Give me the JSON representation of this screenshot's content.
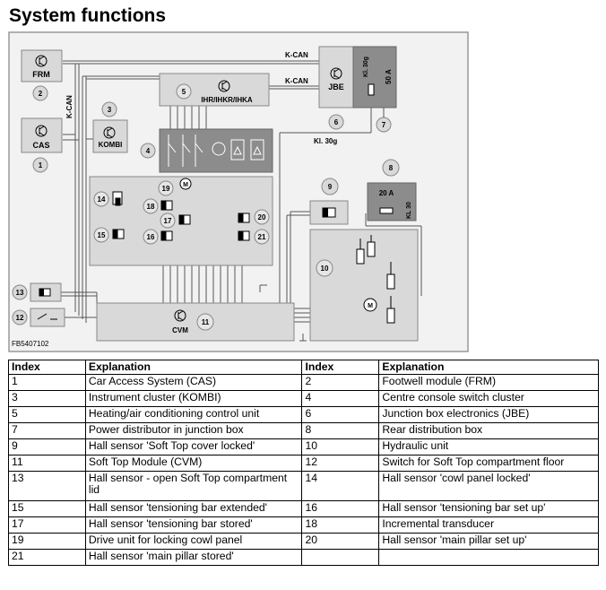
{
  "title": "System functions",
  "figure_code": "FB5407102",
  "diagram": {
    "bus_labels": {
      "k_can_top": "K-CAN",
      "k_can_mid": "K-CAN",
      "k_can_vertical": "K-CAN",
      "kl30g_jbe": "Kl. 30g",
      "kl30g_relay": "Kl. 30g",
      "fuse_50a": "50 A",
      "fuse_20a": "20 A",
      "kl30": "KL 30"
    },
    "components": {
      "frm": "FRM",
      "cas": "CAS",
      "kombi": "KOMBI",
      "ihr": "IHR/IHKR/IHKA",
      "jbe": "JBE",
      "cvm": "CVM",
      "motor": "M"
    },
    "callouts": [
      "1",
      "2",
      "3",
      "4",
      "5",
      "6",
      "7",
      "8",
      "9",
      "10",
      "11",
      "12",
      "13",
      "14",
      "15",
      "16",
      "17",
      "18",
      "19",
      "20",
      "21"
    ]
  },
  "legend": {
    "headers": [
      "Index",
      "Explanation",
      "Index",
      "Explanation"
    ],
    "rows": [
      {
        "i1": "1",
        "e1": "Car Access System (CAS)",
        "i2": "2",
        "e2": "Footwell module (FRM)"
      },
      {
        "i1": "3",
        "e1": "Instrument cluster (KOMBI)",
        "i2": "4",
        "e2": "Centre console switch cluster"
      },
      {
        "i1": "5",
        "e1": "Heating/air conditioning control unit",
        "i2": "6",
        "e2": "Junction box electronics (JBE)"
      },
      {
        "i1": "7",
        "e1": "Power distributor in junction box",
        "i2": "8",
        "e2": "Rear distribution box"
      },
      {
        "i1": "9",
        "e1": "Hall sensor 'Soft Top cover locked'",
        "i2": "10",
        "e2": "Hydraulic unit"
      },
      {
        "i1": "11",
        "e1": "Soft Top Module (CVM)",
        "i2": "12",
        "e2": "Switch for Soft Top compartment floor"
      },
      {
        "i1": "13",
        "e1": "Hall sensor - open Soft Top compartment lid",
        "i2": "14",
        "e2": "Hall sensor 'cowl panel locked'"
      },
      {
        "i1": "15",
        "e1": "Hall sensor 'tensioning bar extended'",
        "i2": "16",
        "e2": "Hall sensor 'tensioning bar set up'"
      },
      {
        "i1": "17",
        "e1": "Hall sensor 'tensioning bar stored'",
        "i2": "18",
        "e2": "Incremental transducer"
      },
      {
        "i1": "19",
        "e1": "Drive unit for locking cowl panel",
        "i2": "20",
        "e2": "Hall sensor 'main pillar set up'"
      },
      {
        "i1": "21",
        "e1": "Hall sensor 'main pillar stored'",
        "i2": "",
        "e2": ""
      }
    ]
  }
}
